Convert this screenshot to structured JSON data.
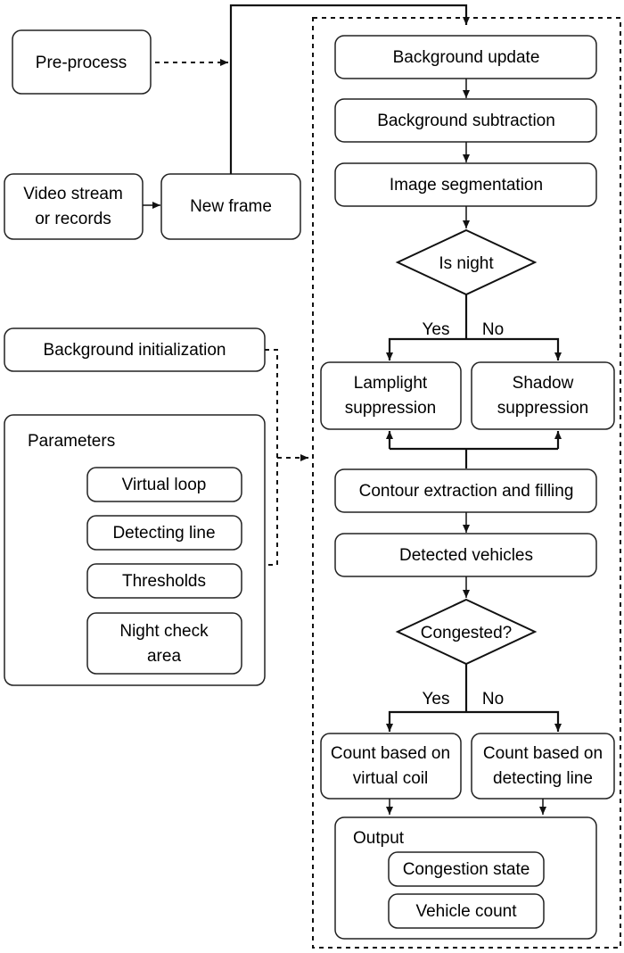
{
  "nodes": {
    "preprocess": "Pre-process",
    "video_stream_l1": "Video stream",
    "video_stream_l2": "or records",
    "new_frame": "New frame",
    "background_init": "Background initialization",
    "parameters": "Parameters",
    "virtual_loop": "Virtual loop",
    "detecting_line": "Detecting line",
    "thresholds": "Thresholds",
    "night_check_l1": "Night check",
    "night_check_l2": "area",
    "background_update": "Background update",
    "background_subtraction": "Background subtraction",
    "image_segmentation": "Image segmentation",
    "is_night": "Is night",
    "yes_1": "Yes",
    "no_1": "No",
    "lamplight_l1": "Lamplight",
    "lamplight_l2": "suppression",
    "shadow_l1": "Shadow",
    "shadow_l2": "suppression",
    "contour": "Contour extraction and filling",
    "detected_vehicles": "Detected vehicles",
    "congested": "Congested?",
    "yes_2": "Yes",
    "no_2": "No",
    "count_coil_l1": "Count based on",
    "count_coil_l2": "virtual coil",
    "count_line_l1": "Count based on",
    "count_line_l2": "detecting line",
    "output": "Output",
    "congestion_state": "Congestion state",
    "vehicle_count": "Vehicle count"
  }
}
